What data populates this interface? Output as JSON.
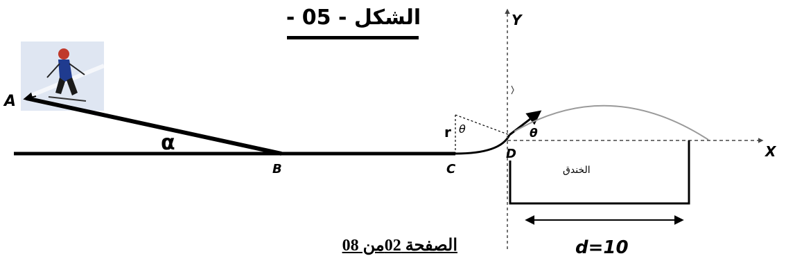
{
  "figure": {
    "title": "الشكل  - 05 -",
    "footer": "الصفحة 02من 08"
  },
  "labels": {
    "point_a": "A",
    "point_b": "B",
    "point_c": "C",
    "point_d": "D",
    "axis_x": "X",
    "axis_y": "Y",
    "angle_alpha": "α",
    "radius": "r",
    "theta_arc": "θ",
    "theta_launch": "θ",
    "trench": "الخندق",
    "distance": "d=10"
  },
  "icons": {
    "skier": "skier-icon"
  }
}
